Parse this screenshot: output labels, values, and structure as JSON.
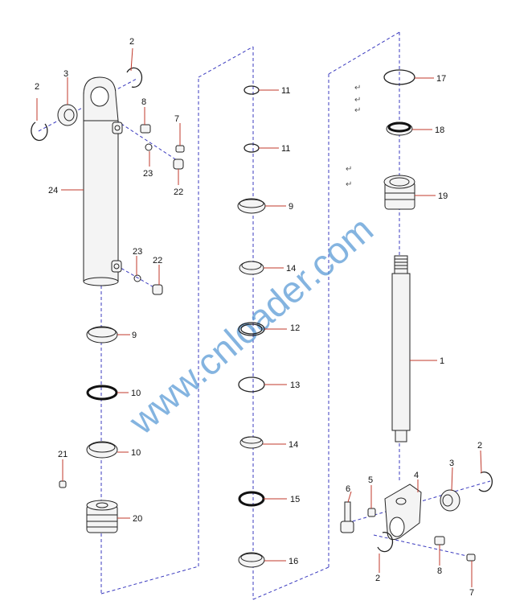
{
  "watermark": "www.cnloader.com",
  "return_marks": [
    "↵",
    "↵",
    "↵",
    "↵",
    "↵"
  ],
  "labels": {
    "l2a": "2",
    "l2b": "2",
    "l3a": "3",
    "l8a": "8",
    "l7a": "7",
    "l23a": "23",
    "l22a": "22",
    "l24": "24",
    "l23b": "23",
    "l22b": "22",
    "l9a": "9",
    "l10a": "10",
    "l10b": "10",
    "l21": "21",
    "l20": "20",
    "l11a": "11",
    "l11b": "11",
    "l9b": "9",
    "l14a": "14",
    "l12": "12",
    "l13": "13",
    "l14b": "14",
    "l15": "15",
    "l16": "16",
    "l17": "17",
    "l18": "18",
    "l19": "19",
    "l1": "1",
    "l4": "4",
    "l2c": "2",
    "l3b": "3",
    "l5": "5",
    "l6": "6",
    "l2d": "2",
    "l8b": "8",
    "l7b": "7"
  }
}
